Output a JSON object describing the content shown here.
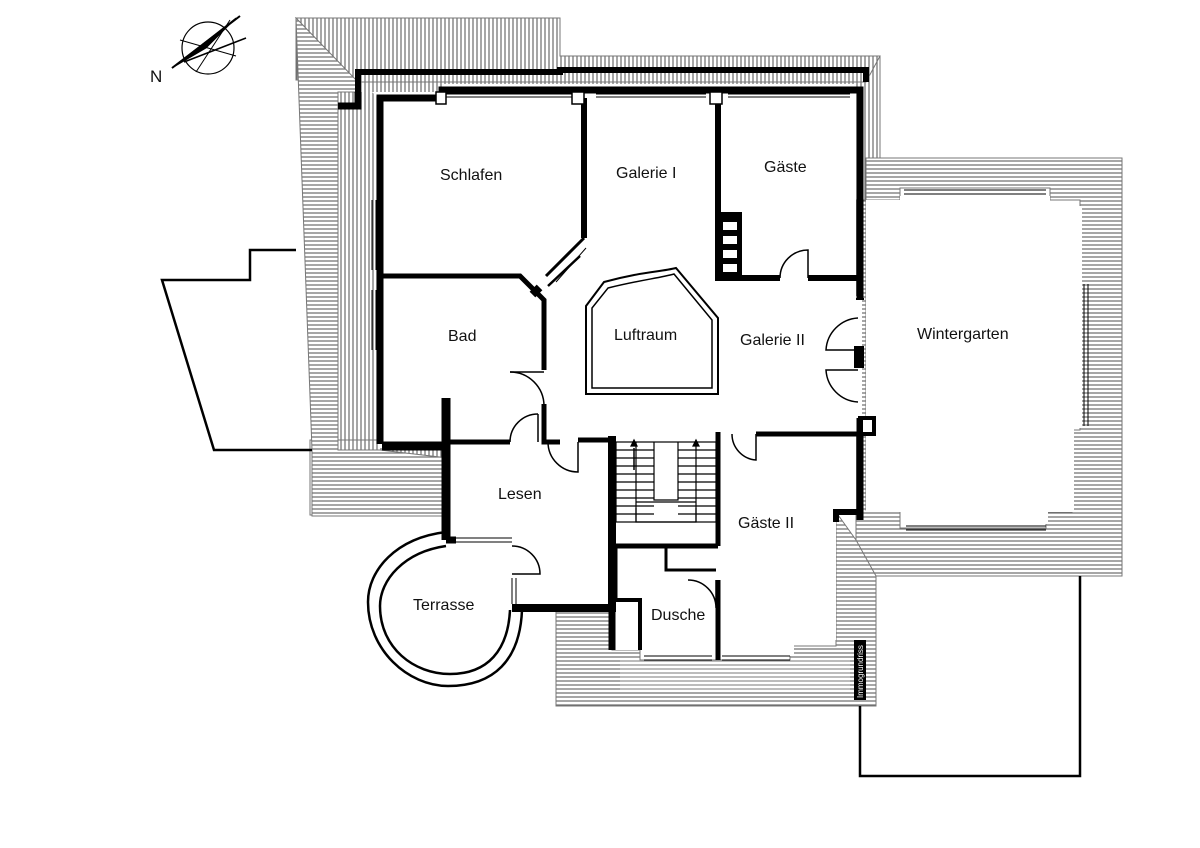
{
  "compass": {
    "north_label": "N",
    "icon": "compass-icon"
  },
  "rooms": {
    "schlafen": "Schlafen",
    "galerie_1": "Galerie I",
    "gaeste": "Gäste",
    "bad": "Bad",
    "luftraum": "Luftraum",
    "galerie_2": "Galerie II",
    "wintergarten": "Wintergarten",
    "lesen": "Lesen",
    "gaeste_2": "Gäste II",
    "terrasse": "Terrasse",
    "dusche": "Dusche"
  },
  "watermark": "Immogrundriss",
  "colors": {
    "wall": "#000000",
    "roof_hatch": "#555555",
    "background": "#ffffff"
  }
}
